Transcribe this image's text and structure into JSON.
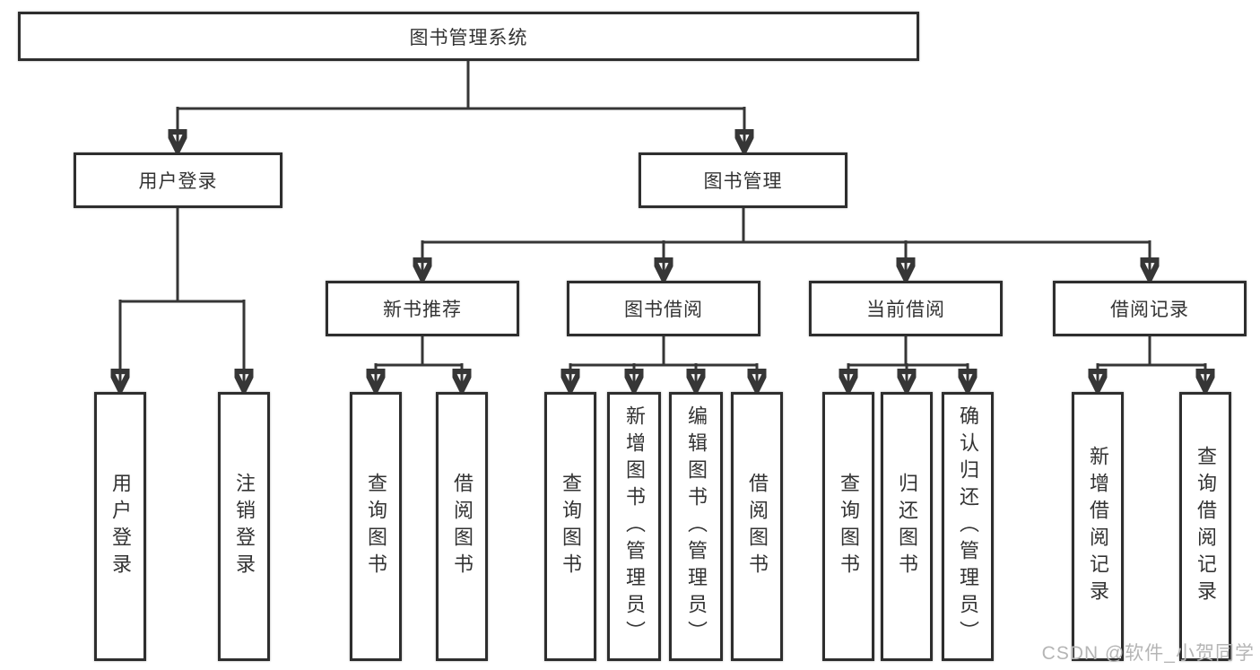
{
  "tree": {
    "label": "图书管理系统",
    "children": [
      {
        "label": "用户登录",
        "children": [
          {
            "label": "用户登录"
          },
          {
            "label": "注销登录"
          }
        ]
      },
      {
        "label": "图书管理",
        "children": [
          {
            "label": "新书推荐",
            "children": [
              {
                "label": "查询图书"
              },
              {
                "label": "借阅图书"
              }
            ]
          },
          {
            "label": "图书借阅",
            "children": [
              {
                "label": "查询图书"
              },
              {
                "label": "新增图书（管理员）"
              },
              {
                "label": "编辑图书（管理员）"
              },
              {
                "label": "借阅图书"
              }
            ]
          },
          {
            "label": "当前借阅",
            "children": [
              {
                "label": "查询图书"
              },
              {
                "label": "归还图书"
              },
              {
                "label": "确认归还（管理员）"
              }
            ]
          },
          {
            "label": "借阅记录",
            "children": [
              {
                "label": "新增借阅记录"
              },
              {
                "label": "查询借阅记录"
              }
            ]
          }
        ]
      }
    ]
  },
  "watermark": "CSDN @软件_小贺同学",
  "colors": {
    "line": "#363636",
    "box_border": "#2e2e2e",
    "text": "#333333",
    "watermark_text": "#b5b5b5",
    "background": "#ffffff"
  }
}
